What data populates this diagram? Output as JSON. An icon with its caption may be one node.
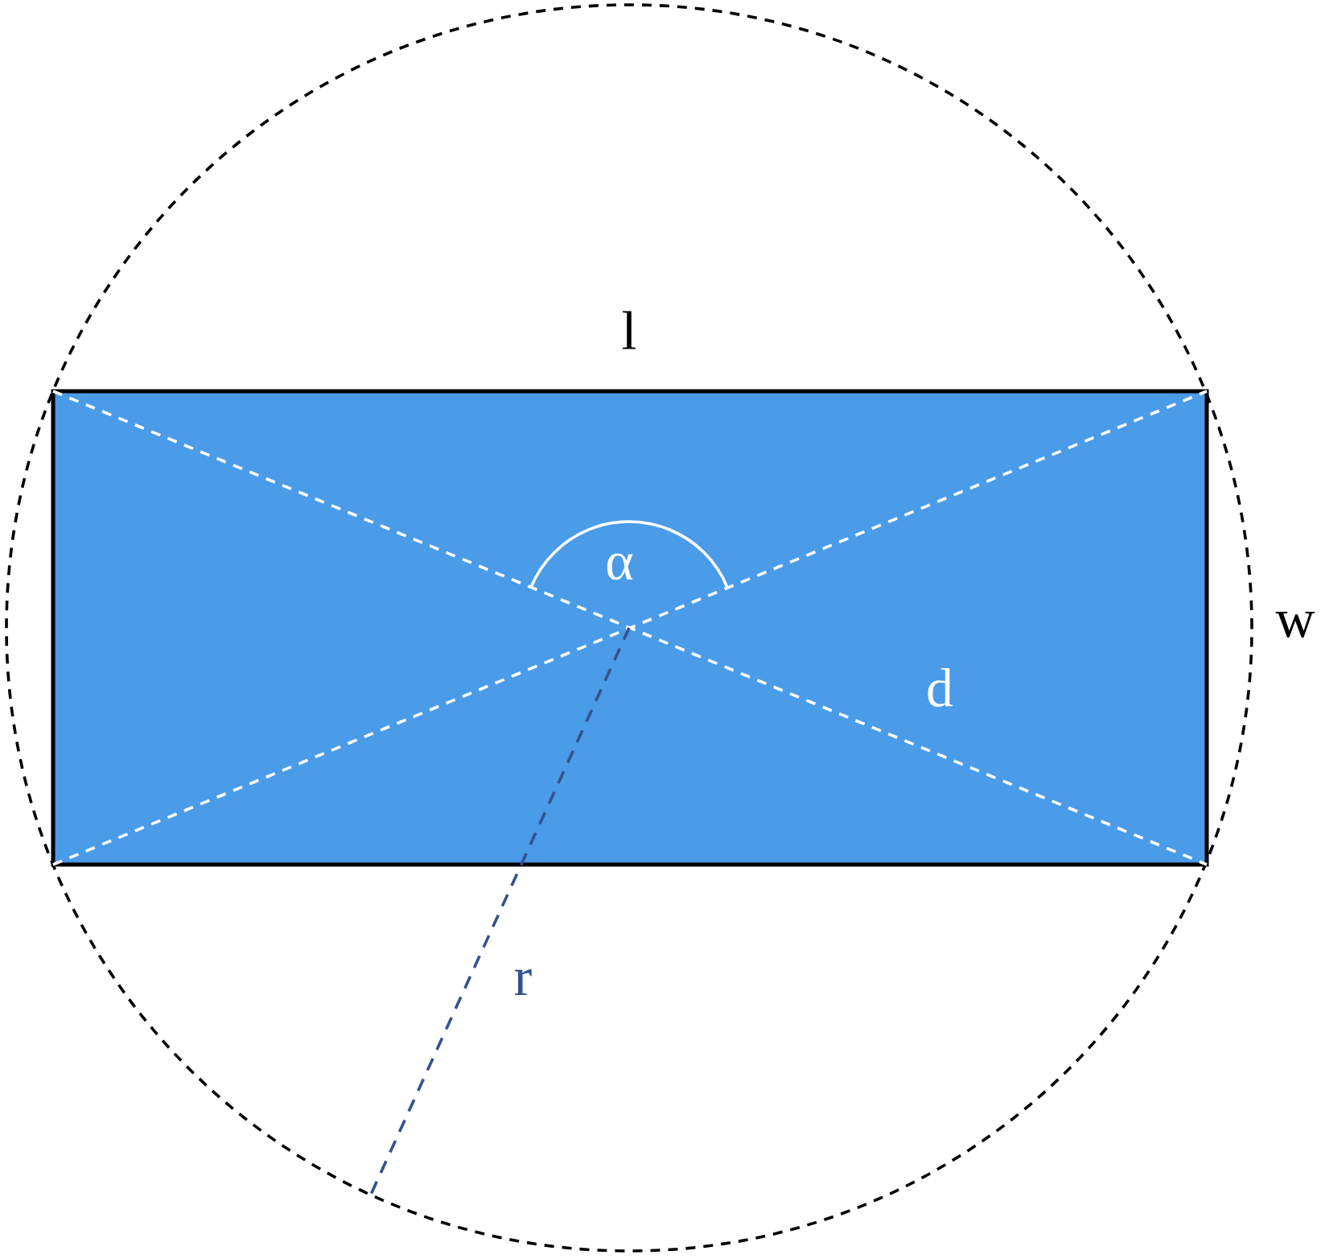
{
  "diagram": {
    "labels": [
      "l",
      "w",
      "α",
      "d",
      "r"
    ]
  }
}
